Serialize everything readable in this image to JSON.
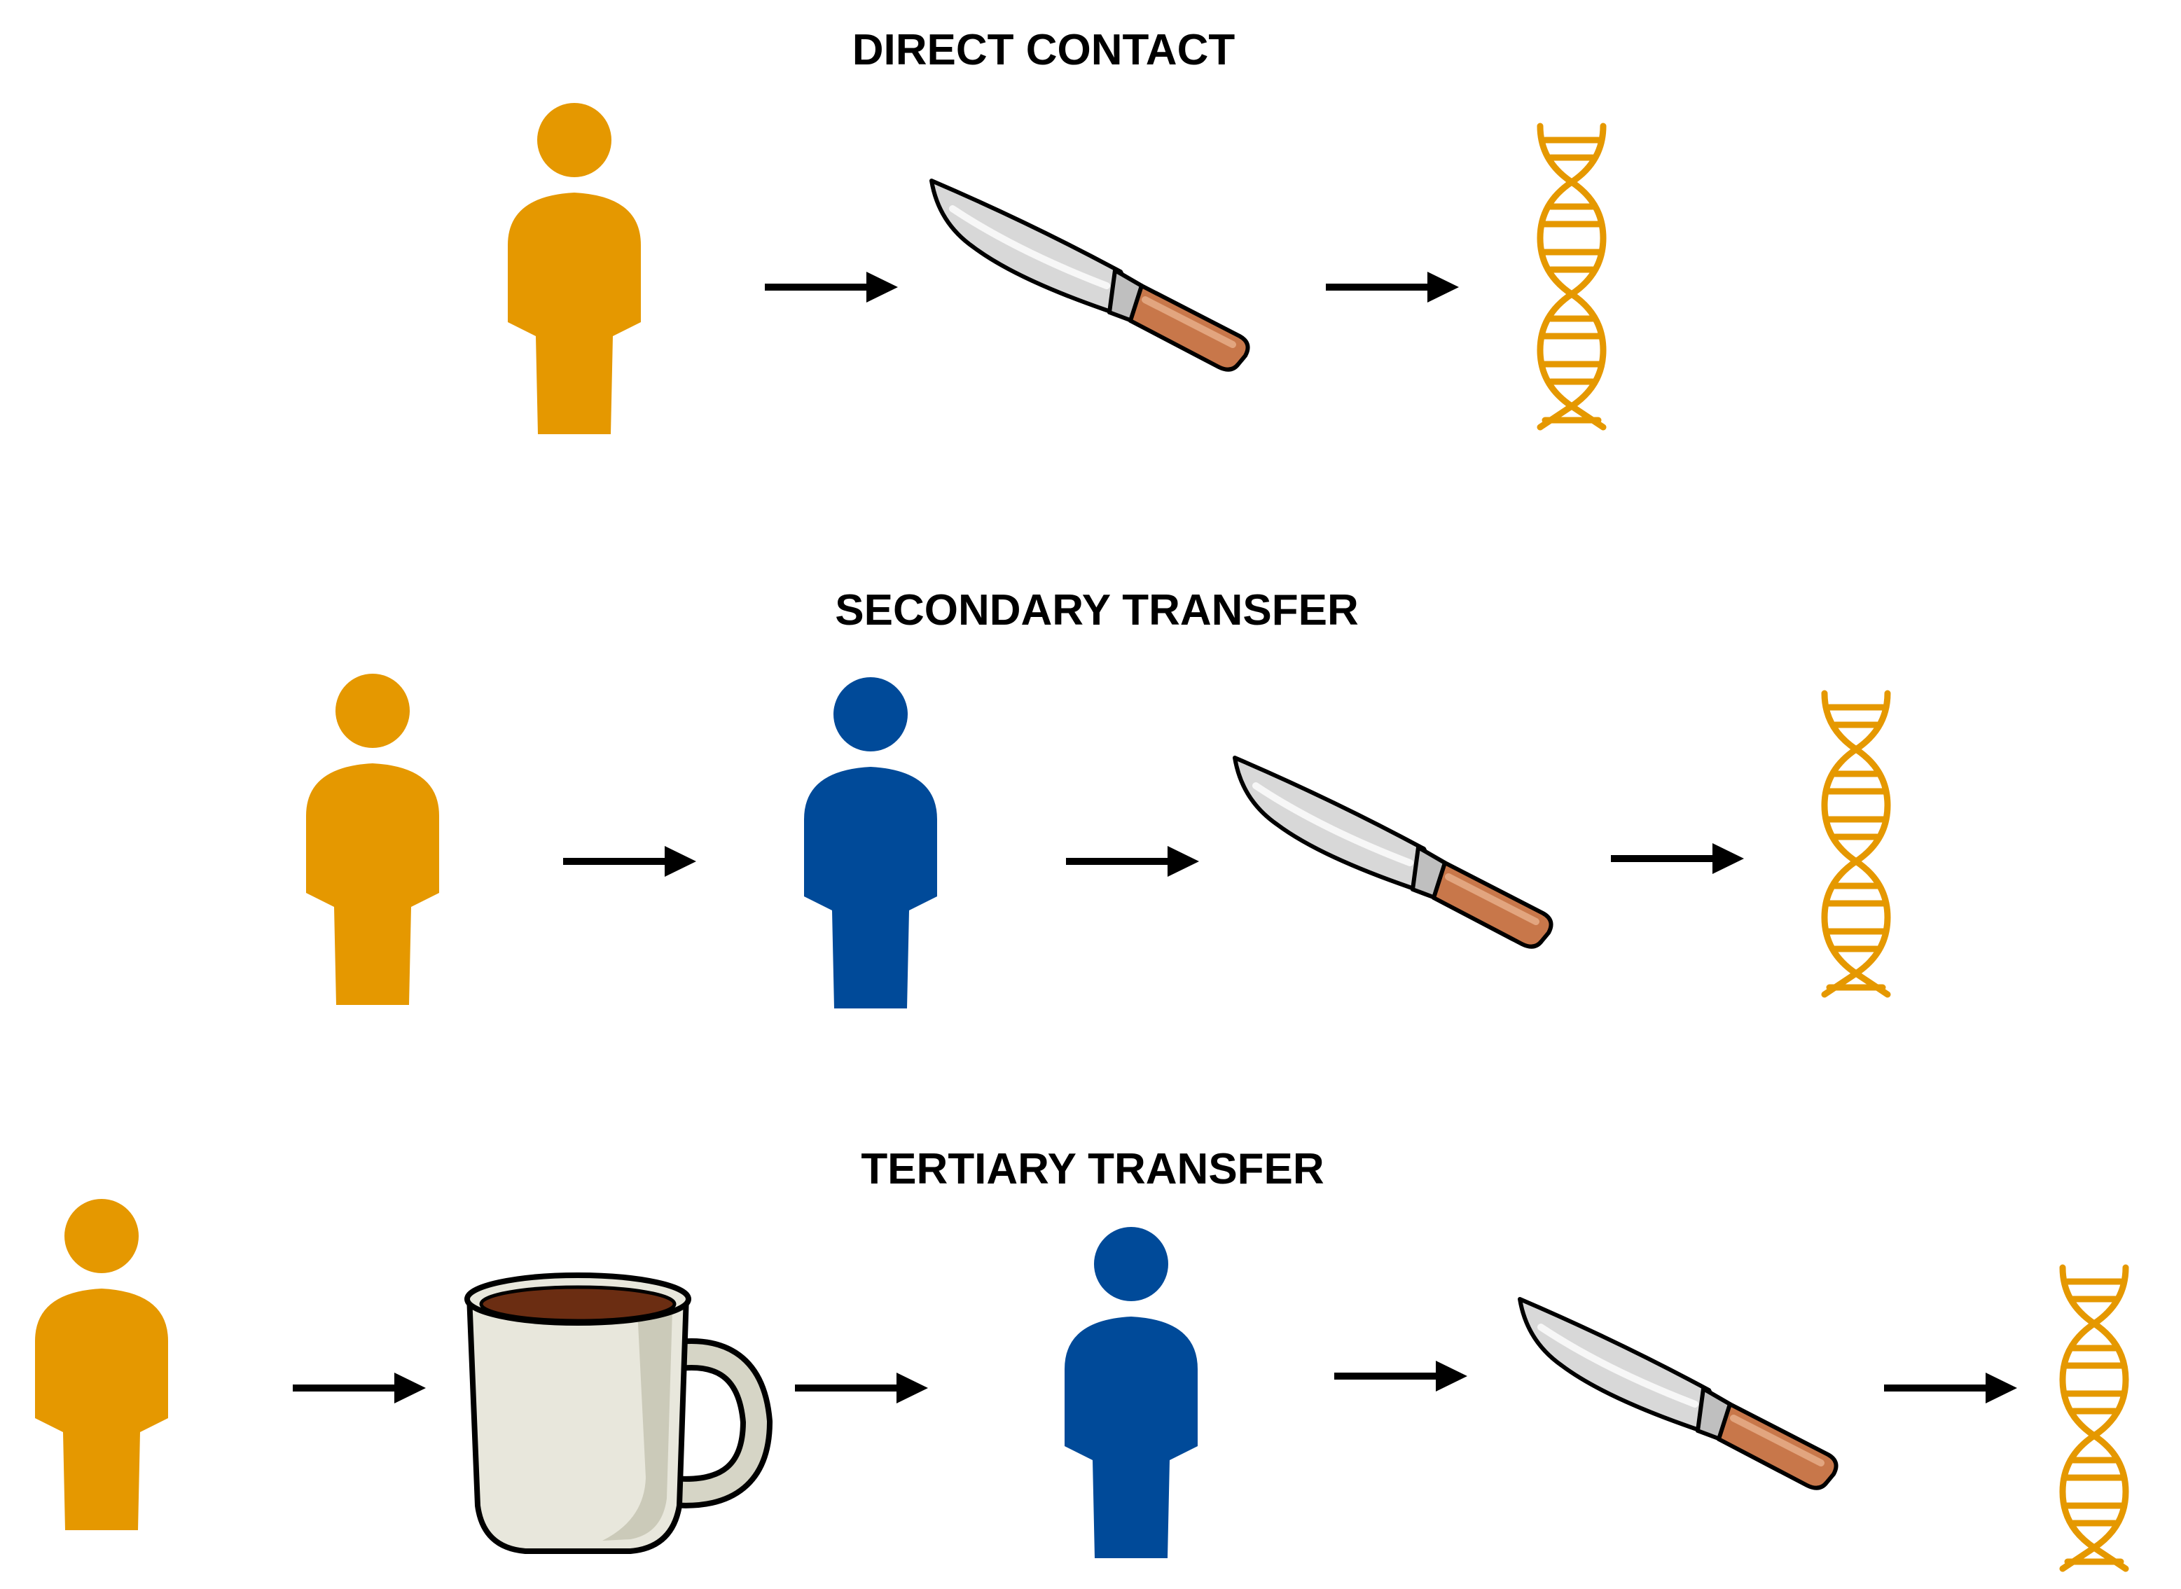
{
  "colors": {
    "original_person": "#E59800",
    "intermediate_person": "#004A99",
    "dna": "#E59800",
    "arrow": "#000000",
    "knife_blade": "#D8D8D8",
    "knife_handle": "#C8774A",
    "mug_body": "#E8E7DC",
    "coffee": "#6B2D12"
  },
  "icons": [
    "person-icon",
    "knife-icon",
    "mug-icon",
    "dna-icon",
    "arrow-icon"
  ],
  "rows": [
    {
      "title": "DIRECT CONTACT",
      "sequence": [
        "person-orange",
        "arrow",
        "knife",
        "arrow",
        "dna"
      ]
    },
    {
      "title": "SECONDARY TRANSFER",
      "sequence": [
        "person-orange",
        "arrow",
        "person-blue",
        "arrow",
        "knife",
        "arrow",
        "dna"
      ]
    },
    {
      "title": "TERTIARY TRANSFER",
      "sequence": [
        "person-orange",
        "arrow",
        "mug",
        "arrow",
        "person-blue",
        "arrow",
        "knife",
        "arrow",
        "dna"
      ]
    }
  ]
}
